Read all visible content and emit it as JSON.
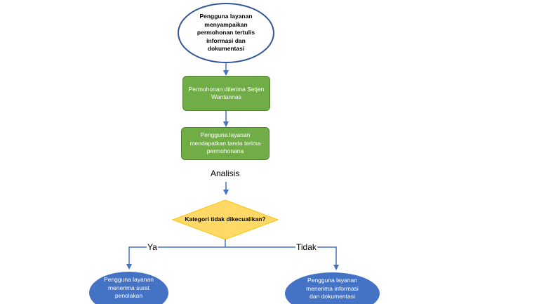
{
  "nodes": {
    "start": "Pengguna layanan menyampaikan permohonan tertulis informasi dan dokumentasi",
    "received": "Permohonan diterima Setjen Wantannas",
    "receipt": "Pengguna layanan mendapatkan tanda terima permohonana",
    "decision": "Kategori tidak dikecualikan?",
    "result_ya": "Pengguna layanan menerima surat penolakan",
    "result_tidak": "Pengguna layanan menerima informasi dan dokumentasi"
  },
  "edge_labels": {
    "analisis": "Analisis",
    "ya": "Ya",
    "tidak": "Tidak"
  },
  "colors": {
    "outline_blue": "#2f5597",
    "connector_blue": "#4472c4",
    "process_green": "#70ad47",
    "process_green_border": "#507e32",
    "decision_fill": "#ffd966",
    "result_blue": "#4472c4"
  }
}
